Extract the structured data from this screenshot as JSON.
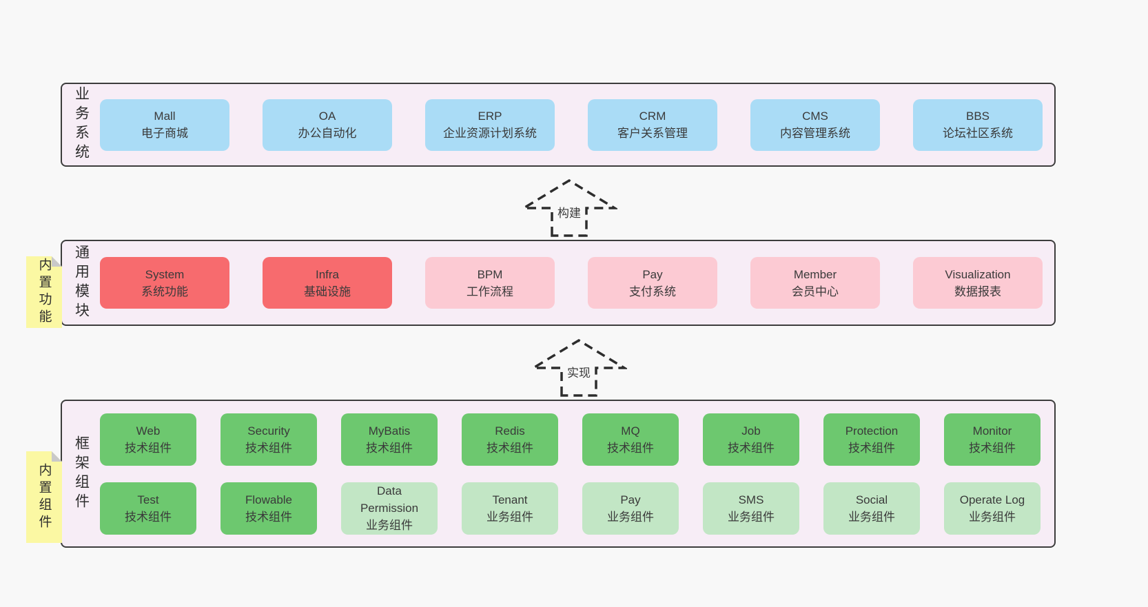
{
  "colors": {
    "page_background": "#f8f8f8",
    "panel_background": "#f7edf6",
    "panel_border": "#3c3c3c",
    "box_blue": "#aadcf6",
    "box_red": "#f76b6e",
    "box_pink": "#fccad3",
    "box_green": "#6dc86f",
    "box_light_green": "#c2e6c5",
    "sticky_yellow": "#fbf8a3",
    "sticky_fold_grey": "#c9c9c9"
  },
  "arrows": [
    {
      "label": "构建"
    },
    {
      "label": "实现"
    }
  ],
  "panels": [
    {
      "label": "业务系统",
      "boxes": [
        {
          "name": "Mall",
          "desc": "电子商城"
        },
        {
          "name": "OA",
          "desc": "办公自动化"
        },
        {
          "name": "ERP",
          "desc": "企业资源计划系统"
        },
        {
          "name": "CRM",
          "desc": "客户关系管理"
        },
        {
          "name": "CMS",
          "desc": "内容管理系统"
        },
        {
          "name": "BBS",
          "desc": "论坛社区系统"
        }
      ]
    },
    {
      "label": "通用模块",
      "sticky": "内置功能",
      "boxes": [
        {
          "name": "System",
          "desc": "系统功能"
        },
        {
          "name": "Infra",
          "desc": "基础设施"
        },
        {
          "name": "BPM",
          "desc": "工作流程"
        },
        {
          "name": "Pay",
          "desc": "支付系统"
        },
        {
          "name": "Member",
          "desc": "会员中心"
        },
        {
          "name": "Visualization",
          "desc": "数据报表"
        }
      ]
    },
    {
      "label": "框架组件",
      "sticky": "内置组件",
      "rows": [
        [
          {
            "name": "Web",
            "desc": "技术组件"
          },
          {
            "name": "Security",
            "desc": "技术组件"
          },
          {
            "name": "MyBatis",
            "desc": "技术组件"
          },
          {
            "name": "Redis",
            "desc": "技术组件"
          },
          {
            "name": "MQ",
            "desc": "技术组件"
          },
          {
            "name": "Job",
            "desc": "技术组件"
          },
          {
            "name": "Protection",
            "desc": "技术组件"
          },
          {
            "name": "Monitor",
            "desc": "技术组件"
          }
        ],
        [
          {
            "name": "Test",
            "desc": "技术组件"
          },
          {
            "name": "Flowable",
            "desc": "技术组件"
          },
          {
            "name": "Data Permission",
            "desc": "业务组件"
          },
          {
            "name": "Tenant",
            "desc": "业务组件"
          },
          {
            "name": "Pay",
            "desc": "业务组件"
          },
          {
            "name": "SMS",
            "desc": "业务组件"
          },
          {
            "name": "Social",
            "desc": "业务组件"
          },
          {
            "name": "Operate Log",
            "desc": "业务组件"
          }
        ]
      ]
    }
  ]
}
